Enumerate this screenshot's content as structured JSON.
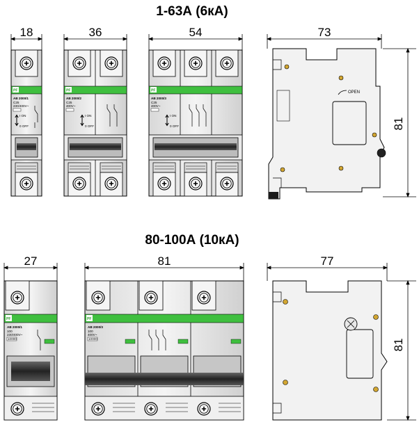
{
  "colors": {
    "accent": "#3fbf3f",
    "body": "#e6e6e6",
    "dark": "#3a3a3a",
    "screw": "#d2a632"
  },
  "icons": [
    "screw-terminal-icon",
    "pf-logo-icon",
    "on-off-arrow-icon",
    "contact-symbol-icon",
    "open-arrow-icon"
  ],
  "row1": {
    "title": "1-63А (6кА)",
    "dims": [
      "18",
      "36",
      "54",
      "73",
      "81"
    ],
    "breakers": [
      {
        "model": "AB 2000/1",
        "rating": "C25",
        "voltage": "230/400V~",
        "on": "I ON",
        "off": "0 OFF"
      },
      {
        "model": "AB 2000/2",
        "rating": "C25",
        "voltage": "400V~",
        "on": "I ON",
        "off": "0 OFF"
      },
      {
        "model": "AB 2000/3",
        "rating": "C25",
        "voltage": "400V~",
        "on": "I ON",
        "off": "0 OFF"
      }
    ],
    "side_label": "OPEN"
  },
  "row2": {
    "title": "80-100А (10кА)",
    "dims": [
      "27",
      "81",
      "77",
      "81"
    ],
    "breakers": [
      {
        "model": "AB 2000/1",
        "rating": "100",
        "voltage": "230/400V~",
        "badge": "10000"
      },
      {
        "model": "AB 2000/3",
        "rating": "100",
        "voltage": "400V~",
        "badge": "10000"
      }
    ]
  }
}
